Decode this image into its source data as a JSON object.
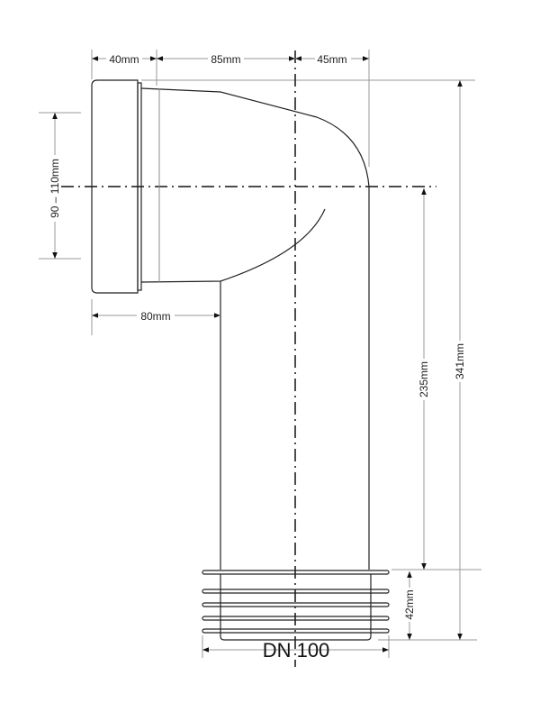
{
  "title": "WC pan connector 90° bend technical drawing",
  "dimensions": {
    "socket_length": "40mm",
    "offset_horizontal": "85mm",
    "bend_radius_offset": "45mm",
    "socket_diameter_range": "90 – 110mm",
    "socket_to_pipe": "80mm",
    "center_height": "235mm",
    "total_height": "341mm",
    "spigot_length": "42mm",
    "nominal_diameter": "DN 100"
  },
  "colors": {
    "line": "#222222",
    "dimension": "#9a9a9a",
    "background": "#ffffff"
  }
}
